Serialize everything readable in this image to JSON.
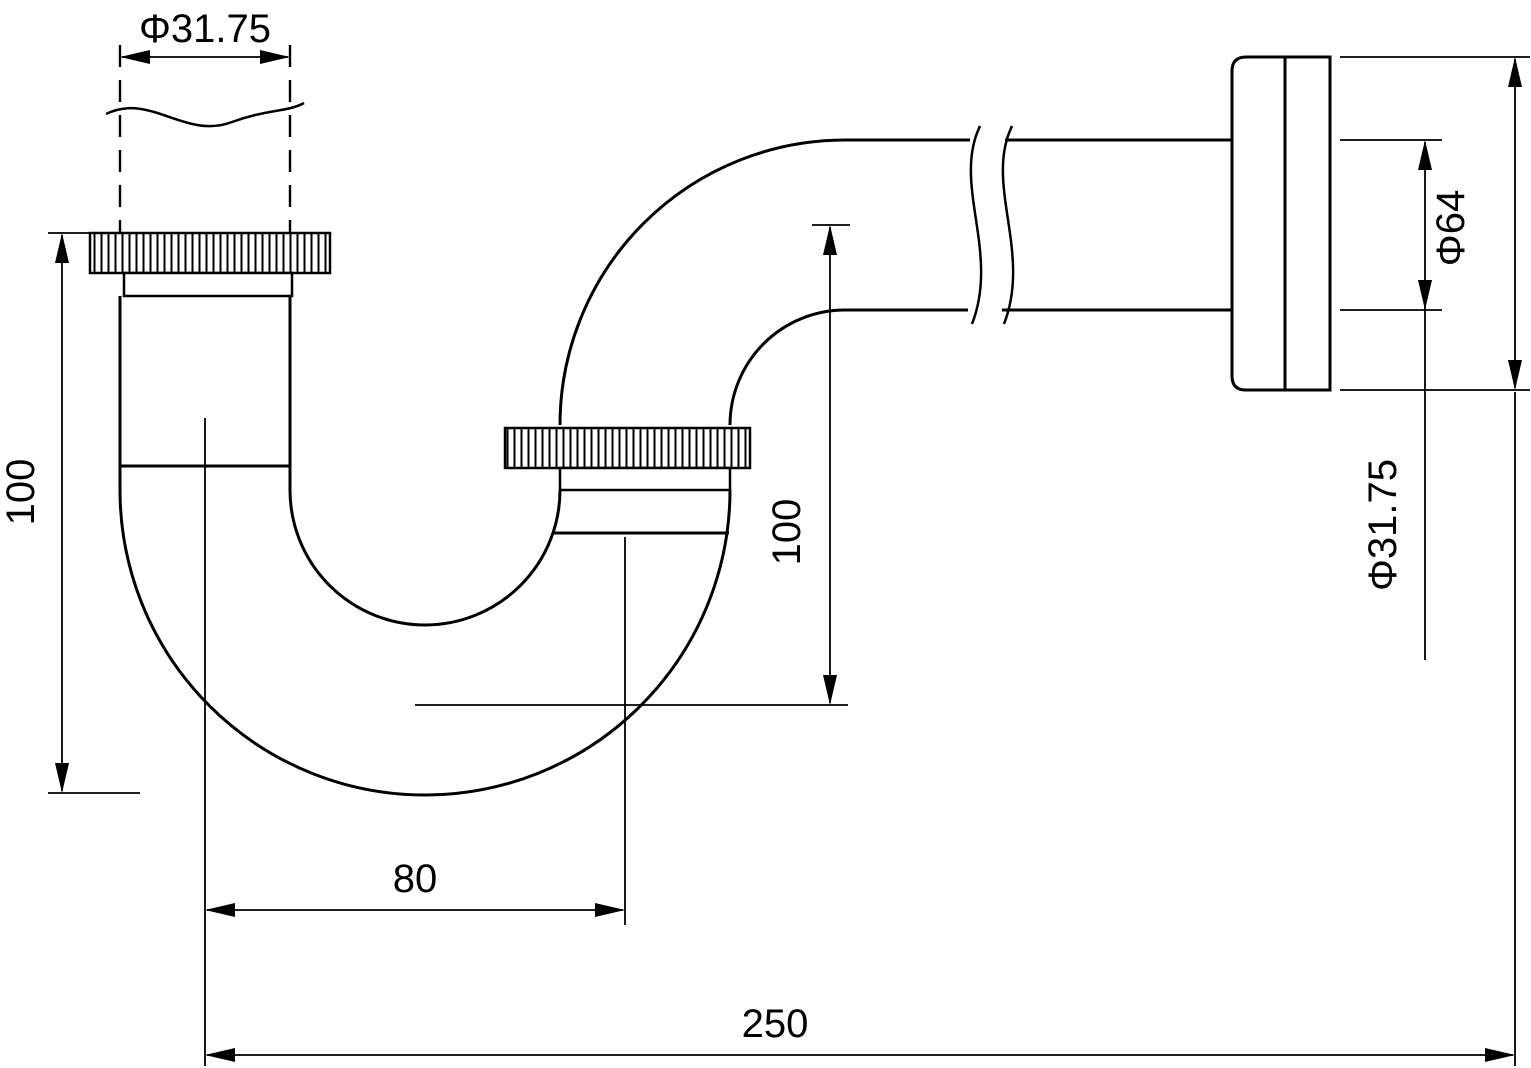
{
  "drawing": {
    "background": "#ffffff",
    "line_color": "#000000"
  },
  "labels": {
    "inlet_diameter": "Φ31.75",
    "left_height": "100",
    "bend_offset": "80",
    "riser_height": "100",
    "flange_diameter": "Φ64",
    "outlet_diameter": "Φ31.75",
    "overall_length": "250"
  }
}
